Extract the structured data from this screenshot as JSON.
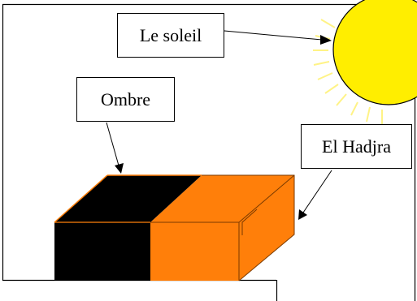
{
  "labels": {
    "sun": "Le soleil",
    "shadow": "Ombre",
    "stone": "El Hadjra"
  },
  "colors": {
    "sun_fill": "#ffee00",
    "sun_glow": "#fff27a",
    "stone_fill": "#ff7f0a",
    "shadow_fill": "#000000",
    "outline": "#000000",
    "background": "#ffffff"
  }
}
